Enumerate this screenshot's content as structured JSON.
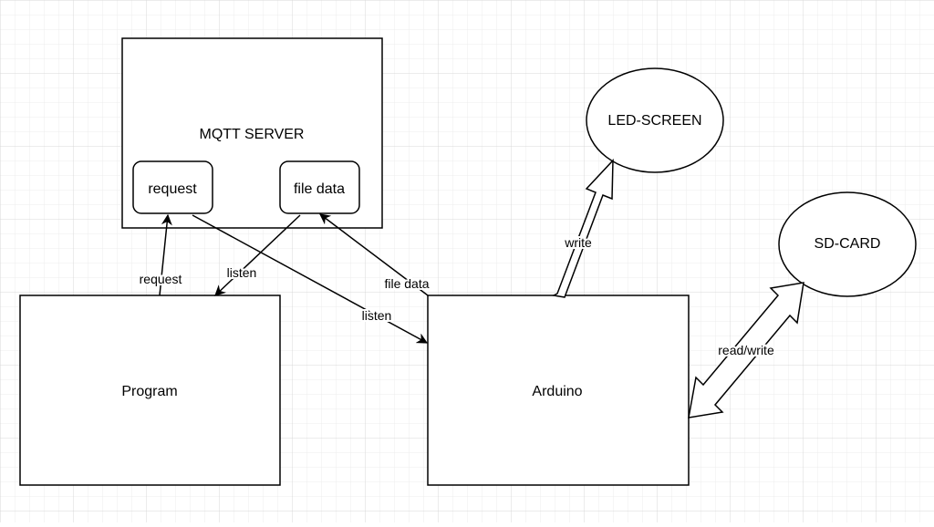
{
  "nodes": {
    "mqtt_server": "MQTT SERVER",
    "request_box": "request",
    "file_data_box": "file data",
    "led_screen": "LED-SCREEN",
    "sd_card": "SD-CARD",
    "program": "Program",
    "arduino": "Arduino"
  },
  "edges": {
    "program_to_request": "request",
    "file_data_to_program": "listen",
    "arduino_to_file_data": "file data",
    "request_to_arduino": "listen",
    "arduino_to_led": "write",
    "arduino_sd": "read/write"
  },
  "colors": {
    "stroke": "#000000",
    "fill": "#ffffff",
    "grid_minor": "#ececec",
    "grid_major": "#d9d9d9"
  }
}
